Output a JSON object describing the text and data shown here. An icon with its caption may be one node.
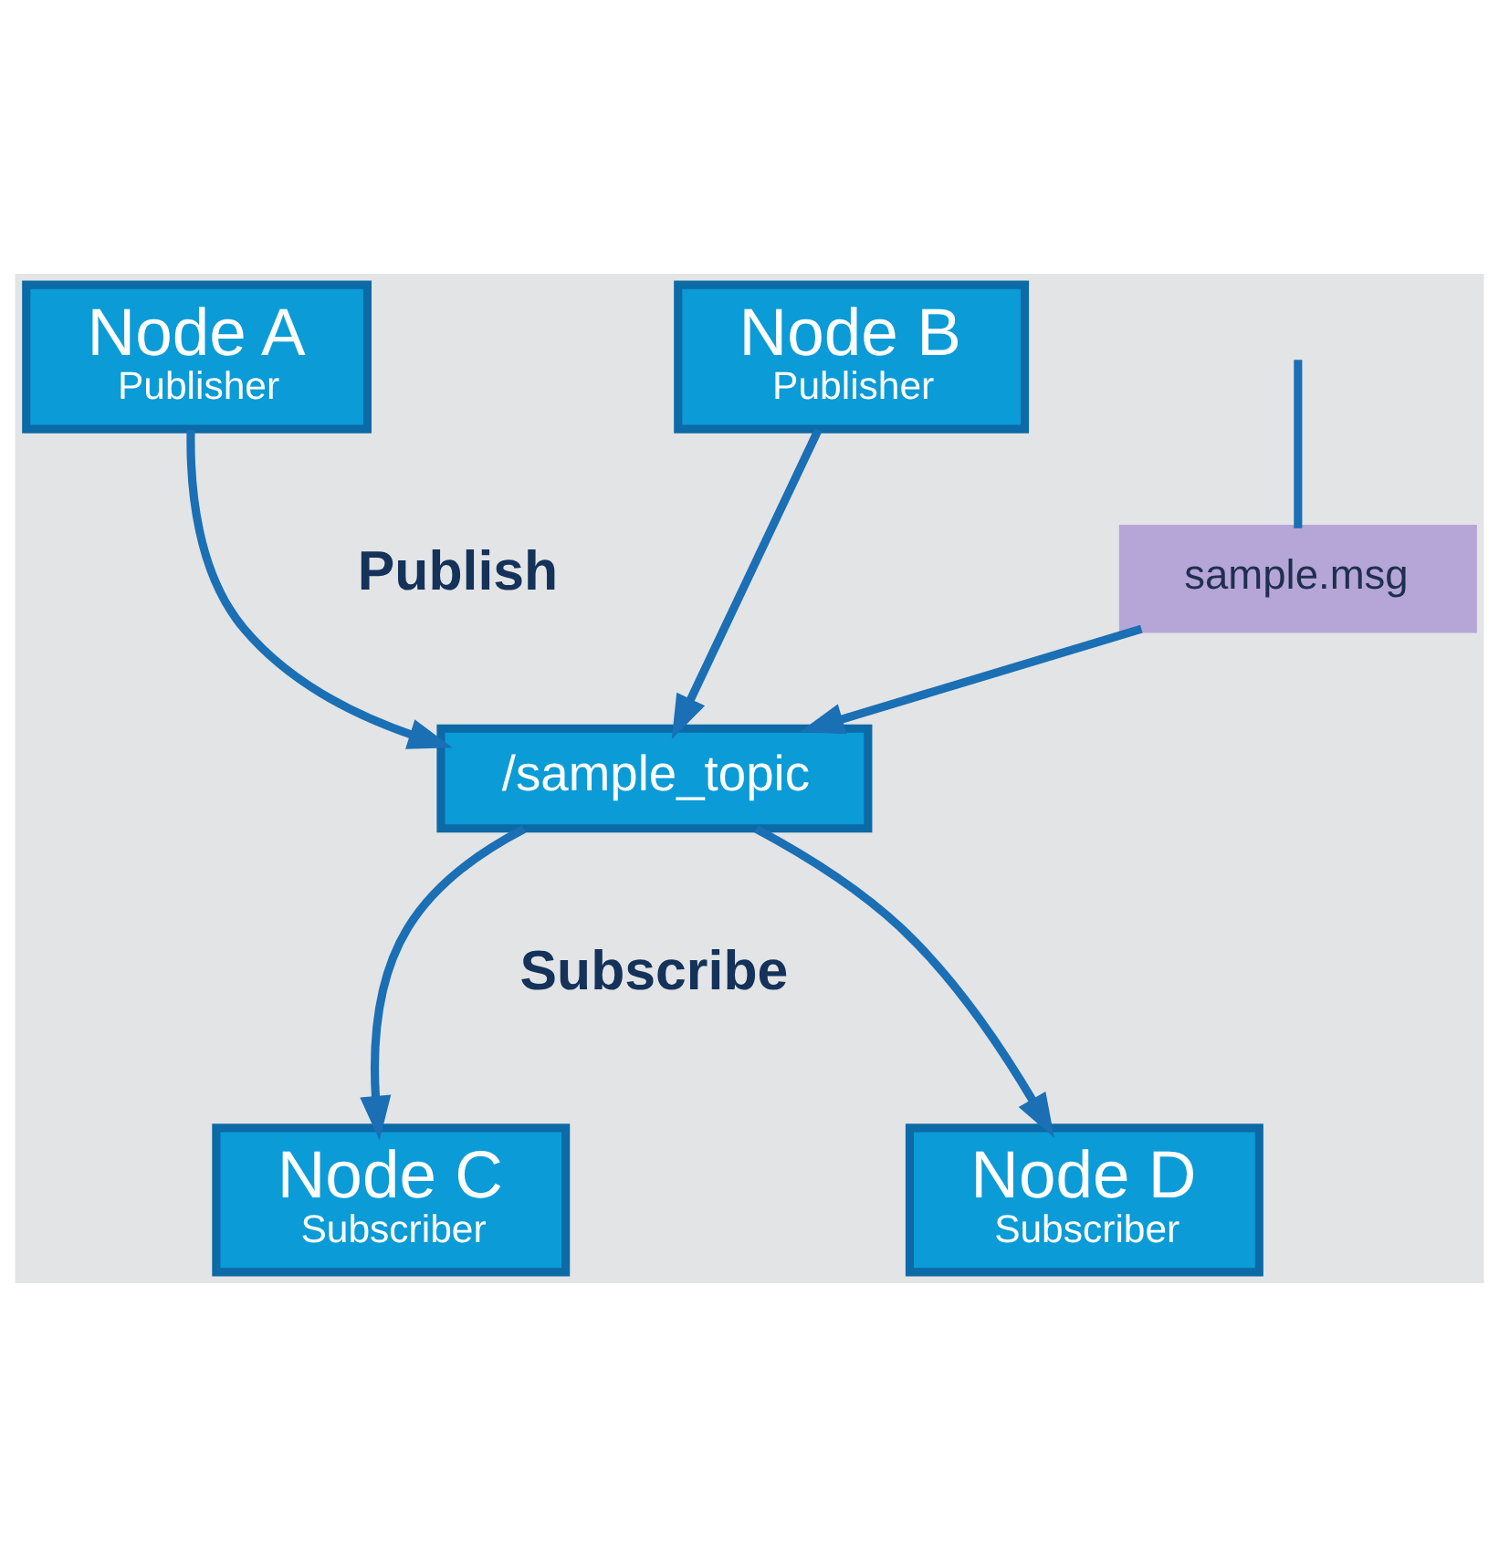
{
  "diagram": {
    "nodes": [
      {
        "text": [
          "Node A",
          "Publisher"
        ]
      },
      {
        "text": [
          "Node B",
          "Publisher"
        ]
      },
      {
        "text": [
          "/sample_topic"
        ]
      },
      {
        "text": [
          "sample.msg"
        ]
      },
      {
        "text": [
          "Node C",
          "Subscriber"
        ]
      },
      {
        "text": [
          "Node D",
          "Subscriber"
        ]
      }
    ],
    "edges": [
      {
        "from": 0,
        "to": 2,
        "arrow": "to"
      },
      {
        "from": 1,
        "to": 2,
        "arrow": "to"
      },
      {
        "from": null,
        "to": 3,
        "arrow": "none"
      },
      {
        "from": 3,
        "to": 2,
        "arrow": "to"
      },
      {
        "from": 2,
        "to": 4,
        "arrow": "to"
      },
      {
        "from": 2,
        "to": 5,
        "arrow": "to"
      }
    ],
    "labels": [
      "Publish",
      "Subscribe"
    ]
  }
}
